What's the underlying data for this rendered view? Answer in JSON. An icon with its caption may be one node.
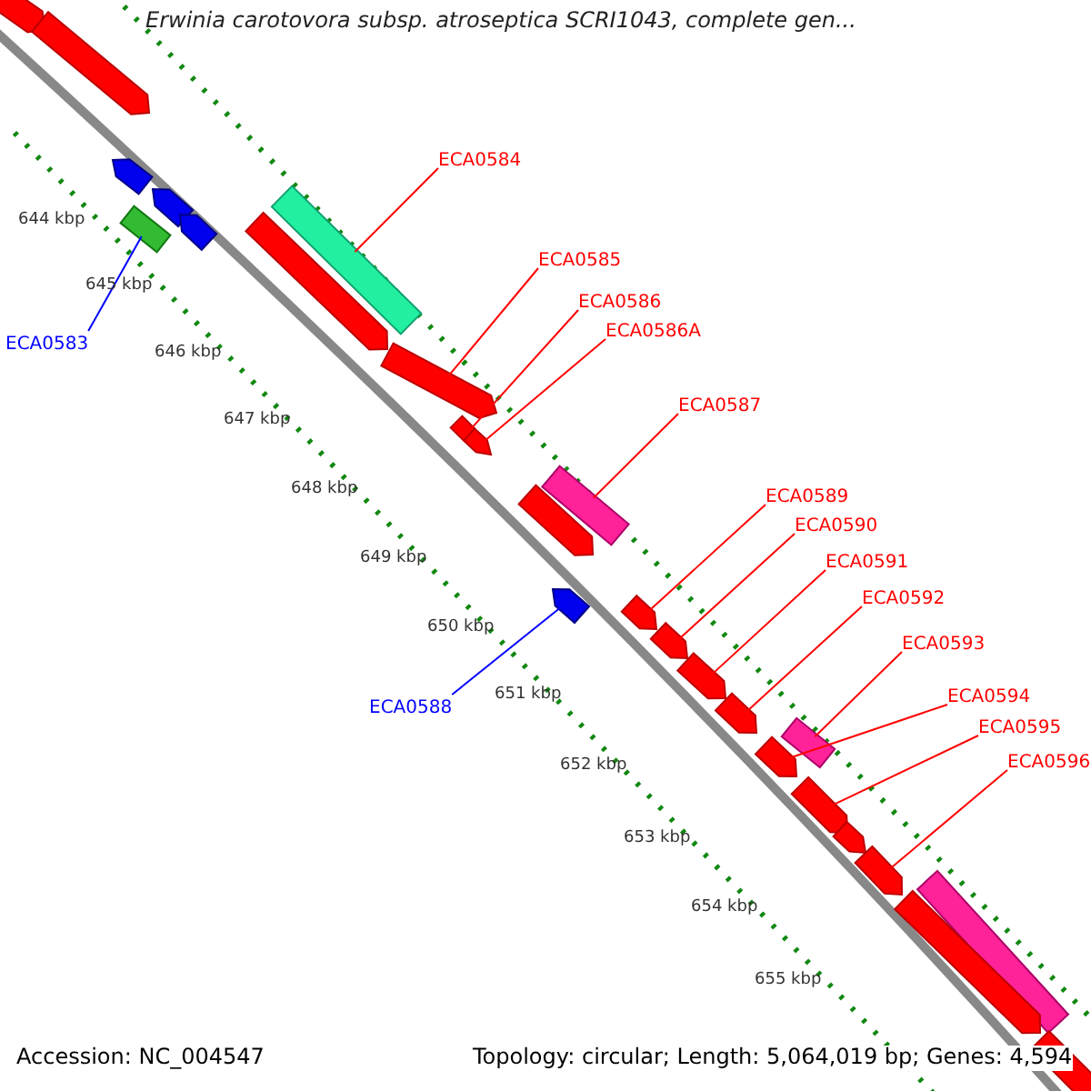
{
  "diagram": {
    "title": "Erwinia carotovora subsp. atroseptica SCRI1043, complete gen...",
    "nodes": [
      {
        "text": [],
        "shape": "arrow"
      },
      {
        "text": [],
        "shape": "arrow"
      },
      {
        "text": [],
        "shape": "arrow"
      },
      {
        "text": [],
        "shape": "bar"
      },
      {
        "text": [],
        "shape": "arrow"
      },
      {
        "text": [],
        "shape": "arrow"
      },
      {
        "text": [],
        "shape": "bar"
      },
      {
        "text": [],
        "shape": "arrow"
      },
      {
        "text": [],
        "shape": "arrow"
      },
      {
        "text": [],
        "shape": "arrow"
      },
      {
        "text": [],
        "shape": "arrow"
      },
      {
        "text": [],
        "shape": "bar"
      },
      {
        "text": [],
        "shape": "arrow"
      },
      {
        "text": [],
        "shape": "arrow"
      },
      {
        "text": [],
        "shape": "arrow"
      },
      {
        "text": [],
        "shape": "arrow"
      },
      {
        "text": [],
        "shape": "arrow"
      },
      {
        "text": [],
        "shape": "arrow"
      },
      {
        "text": [],
        "shape": "bar"
      },
      {
        "text": [],
        "shape": "arrow"
      },
      {
        "text": [],
        "shape": "arrow"
      },
      {
        "text": [],
        "shape": "arrow"
      },
      {
        "text": [],
        "shape": "arrow"
      },
      {
        "text": [],
        "shape": "bar"
      },
      {
        "text": [],
        "shape": "arrow"
      },
      {
        "text": [],
        "shape": "arrow"
      },
      {
        "text": [
          "ECA0583"
        ]
      },
      {
        "text": [
          "ECA0584"
        ]
      },
      {
        "text": [
          "ECA0585"
        ]
      },
      {
        "text": [
          "ECA0586"
        ]
      },
      {
        "text": [
          "ECA0586A"
        ]
      },
      {
        "text": [
          "ECA0587"
        ]
      },
      {
        "text": [
          "ECA0588"
        ]
      },
      {
        "text": [
          "ECA0589"
        ]
      },
      {
        "text": [
          "ECA0590"
        ]
      },
      {
        "text": [
          "ECA0591"
        ]
      },
      {
        "text": [
          "ECA0592"
        ]
      },
      {
        "text": [
          "ECA0593"
        ]
      },
      {
        "text": [
          "ECA0594"
        ]
      },
      {
        "text": [
          "ECA0595"
        ]
      },
      {
        "text": [
          "ECA0596"
        ]
      }
    ],
    "edges": [
      {
        "from": 26,
        "to": 3,
        "arrow": "none",
        "color": "#0000ff"
      },
      {
        "from": 27,
        "to": 6,
        "arrow": "none"
      },
      {
        "from": 28,
        "to": 8,
        "arrow": "none"
      },
      {
        "from": 29,
        "to": 9,
        "arrow": "none"
      },
      {
        "from": 30,
        "to": 10,
        "arrow": "none"
      },
      {
        "from": 31,
        "to": 11,
        "arrow": "none"
      },
      {
        "from": 32,
        "to": 13,
        "arrow": "none",
        "color": "#0000ff"
      },
      {
        "from": 33,
        "to": 14,
        "arrow": "none"
      },
      {
        "from": 34,
        "to": 15,
        "arrow": "none"
      },
      {
        "from": 35,
        "to": 16,
        "arrow": "none"
      },
      {
        "from": 36,
        "to": 17,
        "arrow": "none"
      },
      {
        "from": 37,
        "to": 18,
        "arrow": "none"
      },
      {
        "from": 38,
        "to": 19,
        "arrow": "none"
      },
      {
        "from": 39,
        "to": 20,
        "arrow": "none"
      },
      {
        "from": 40,
        "to": 22,
        "arrow": "none"
      }
    ],
    "labels": [
      "644 kbp",
      "645 kbp",
      "646 kbp",
      "647 kbp",
      "648 kbp",
      "649 kbp",
      "650 kbp",
      "651 kbp",
      "652 kbp",
      "653 kbp",
      "654 kbp",
      "655 kbp",
      "Accession: NC_004547",
      "Topology: circular; Length: 5,064,019 bp; Genes: 4,594"
    ]
  }
}
